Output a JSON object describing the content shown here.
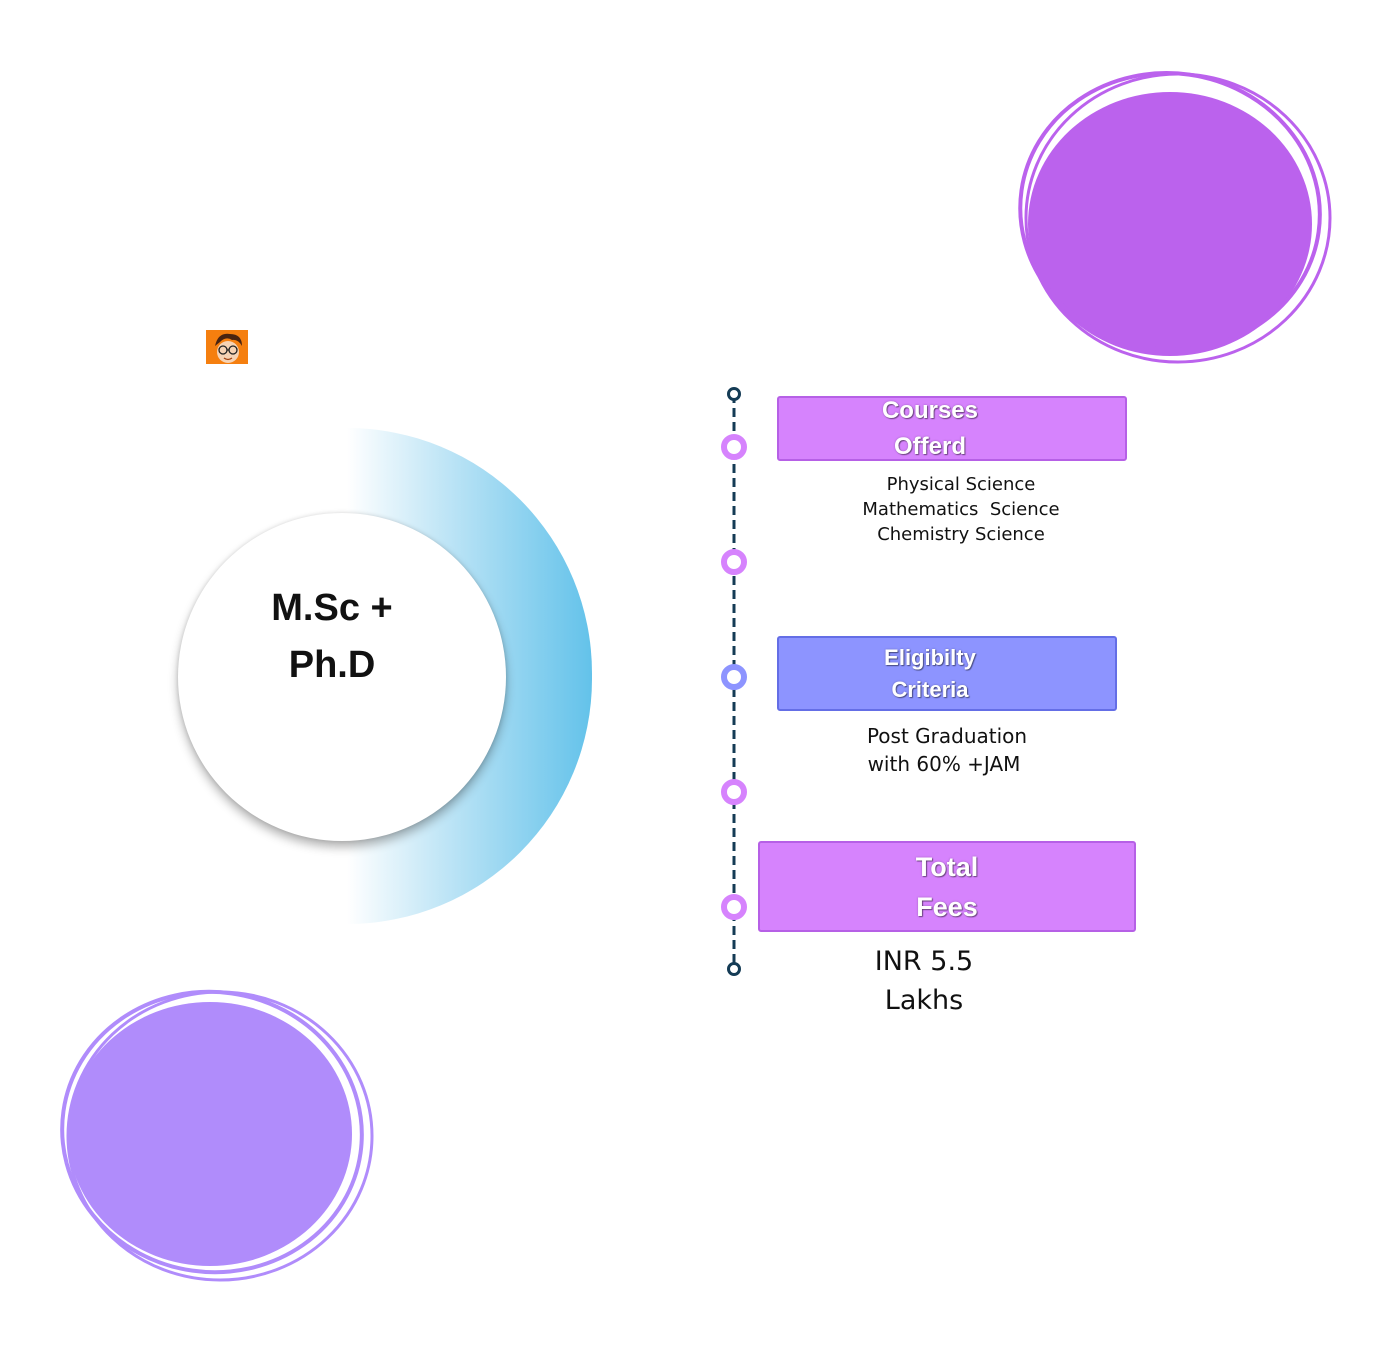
{
  "title": {
    "line1": "M.Sc +",
    "line2": "Ph.D"
  },
  "sections": [
    {
      "heading_line1": "Courses",
      "heading_line2": "Offerd",
      "lines": [
        "Physical Science",
        "Mathematics  Science",
        "Chemistry Science"
      ]
    },
    {
      "heading_line1": "Eligibilty",
      "heading_line2": "Criteria",
      "lines": [
        "Post Graduation",
        "with 60% +JAM"
      ]
    },
    {
      "heading_line1": "Total",
      "heading_line2": "Fees",
      "lines": [
        "INR 5.5",
        "Lakhs"
      ]
    }
  ],
  "colors": {
    "purple_box": "#d683fd",
    "blue_box": "#8d94ff",
    "blob_top": "#bb62ed",
    "blob_bottom": "#b08cfb",
    "arc_accent": "#63c2ea",
    "timeline_line": "#143b55"
  },
  "icons": {
    "mascot": "student-mascot-icon"
  }
}
